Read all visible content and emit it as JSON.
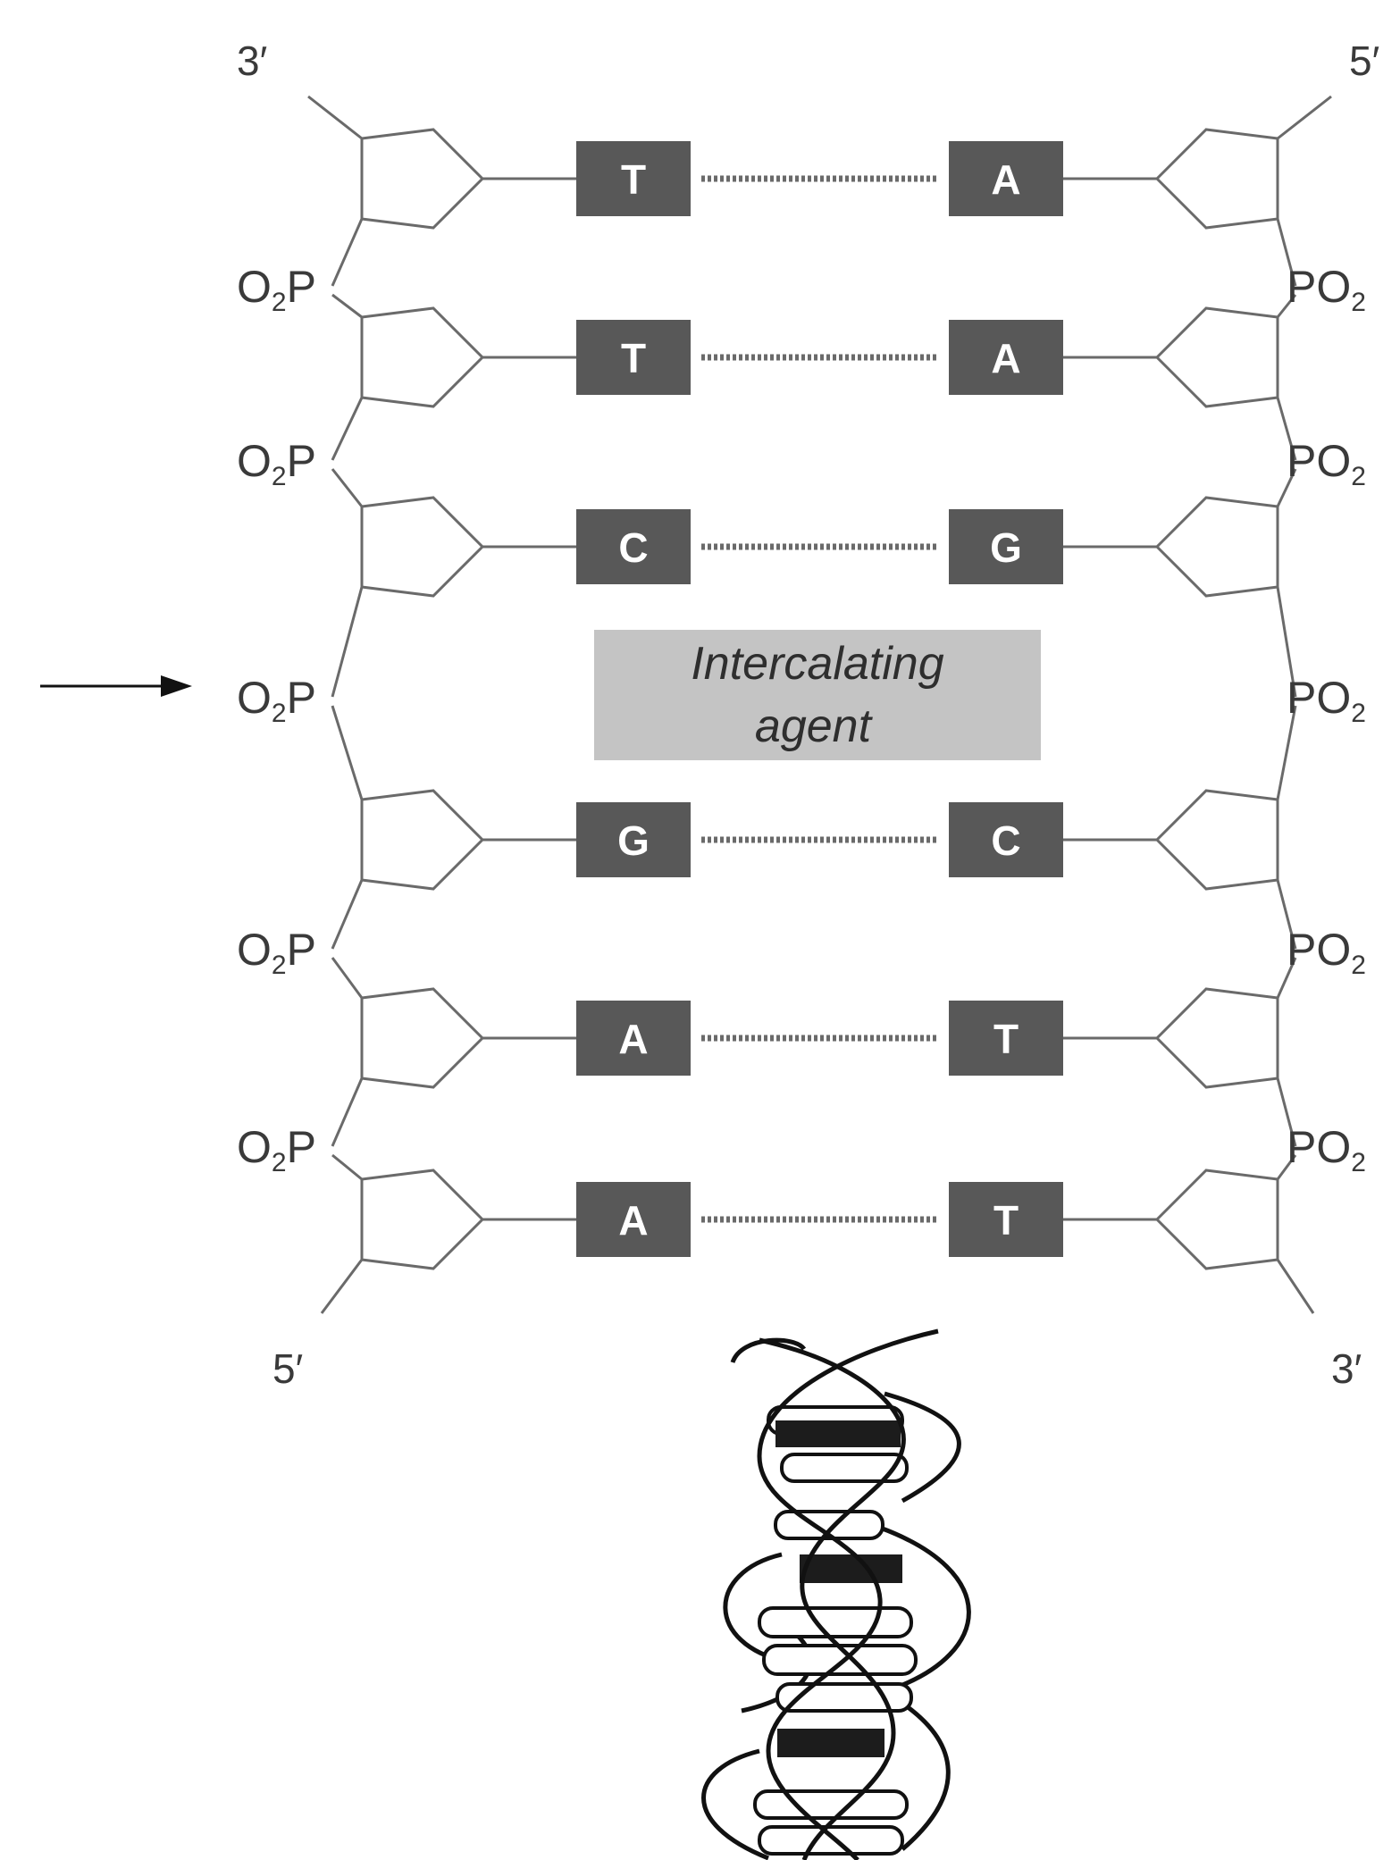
{
  "ends": {
    "left_top": "3′",
    "right_top": "5′",
    "left_bottom": "5′",
    "right_bottom": "3′"
  },
  "phosphates": {
    "left": {
      "main": "O",
      "sub": "2",
      "tail": "P"
    },
    "right": {
      "main": "PO",
      "sub": "2"
    }
  },
  "base_pairs": [
    {
      "left": "T",
      "right": "A"
    },
    {
      "left": "T",
      "right": "A"
    },
    {
      "left": "C",
      "right": "G"
    },
    {
      "left": "G",
      "right": "C"
    },
    {
      "left": "A",
      "right": "T"
    },
    {
      "left": "A",
      "right": "T"
    }
  ],
  "agent": {
    "line1": "Intercalating",
    "line2": "agent"
  },
  "colors": {
    "base_fill": "#585858",
    "base_text": "#ffffff",
    "agent_fill": "#c4c4c4",
    "line": "#6a6a6a",
    "helix_bar_dark": "#1c1c1c"
  },
  "icons": [
    "arrow-right-icon",
    "double-helix-icon"
  ]
}
